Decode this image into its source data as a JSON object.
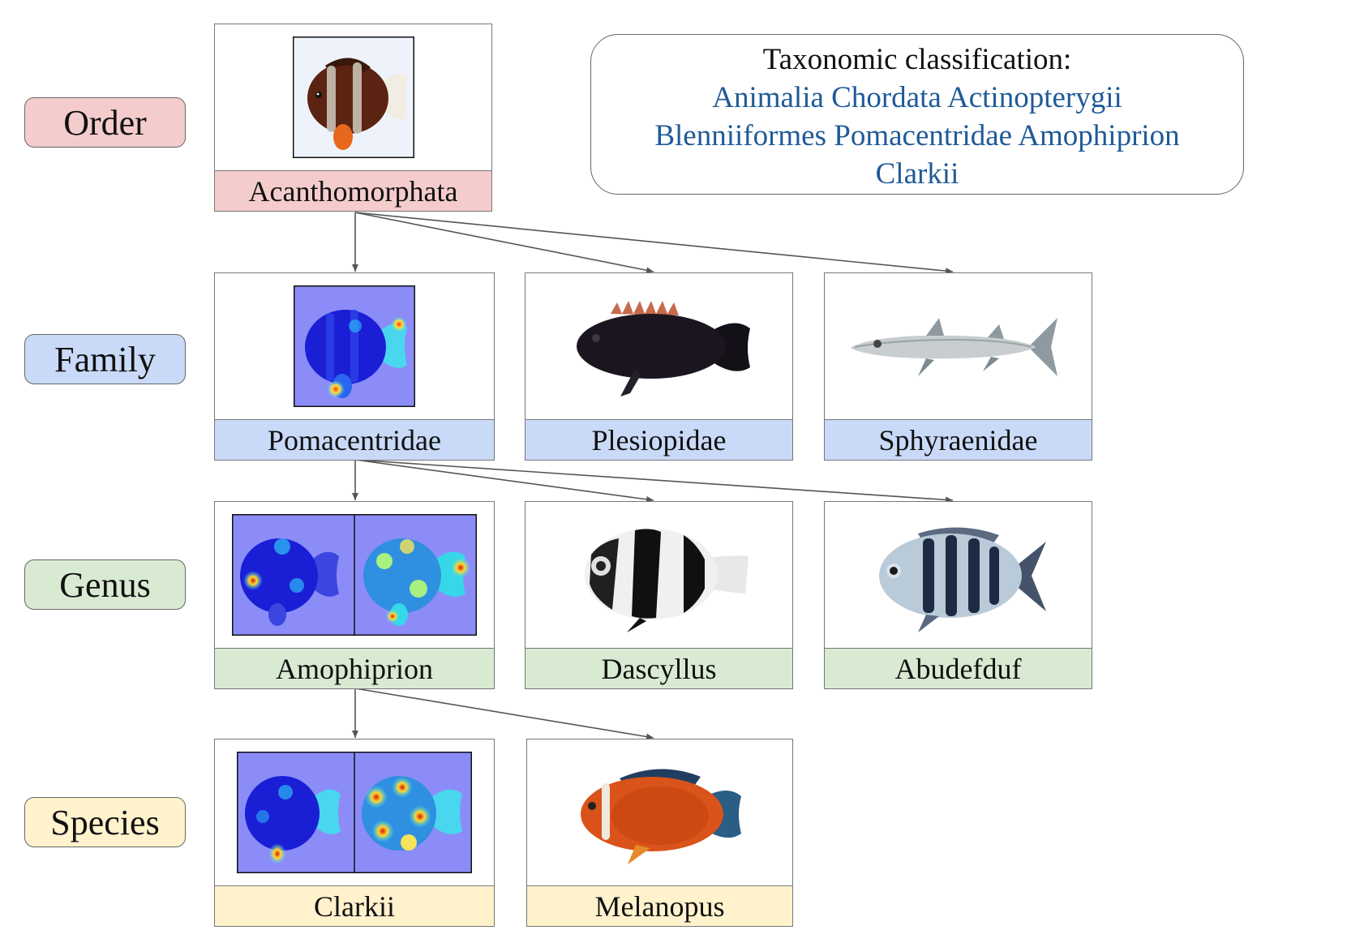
{
  "levels": [
    {
      "label": "Order",
      "color": "#f4cccc"
    },
    {
      "label": "Family",
      "color": "#c9daf8"
    },
    {
      "label": "Genus",
      "color": "#d9ead3"
    },
    {
      "label": "Species",
      "color": "#fff2cc"
    }
  ],
  "info": {
    "heading": "Taxonomic classification:",
    "lineage": "Animalia Chordata Actinopterygii Blenniiformes Pomacentridae Amophiprion Clarkii",
    "lineage_color": "#1f5a98"
  },
  "nodes": {
    "order": {
      "label": "Acanthomorphata",
      "image": "clownfish-photo"
    },
    "family": [
      {
        "label": "Pomacentridae",
        "image": "clownfish-heatmap"
      },
      {
        "label": "Plesiopidae",
        "image": "dark-fish-photo"
      },
      {
        "label": "Sphyraenidae",
        "image": "barracuda-photo"
      }
    ],
    "genus": [
      {
        "label": "Amophiprion",
        "image": "clownfish-heatmap-pair"
      },
      {
        "label": "Dascyllus",
        "image": "striped-damselfish-photo"
      },
      {
        "label": "Abudefduf",
        "image": "sergeant-major-photo"
      }
    ],
    "species": [
      {
        "label": "Clarkii",
        "image": "clownfish-heatmap-pair"
      },
      {
        "label": "Melanopus",
        "image": "orange-clownfish-photo"
      }
    ]
  },
  "edges": [
    {
      "from": "Acanthomorphata",
      "to": "Pomacentridae"
    },
    {
      "from": "Acanthomorphata",
      "to": "Plesiopidae"
    },
    {
      "from": "Acanthomorphata",
      "to": "Sphyraenidae"
    },
    {
      "from": "Pomacentridae",
      "to": "Amophiprion"
    },
    {
      "from": "Pomacentridae",
      "to": "Dascyllus"
    },
    {
      "from": "Pomacentridae",
      "to": "Abudefduf"
    },
    {
      "from": "Amophiprion",
      "to": "Clarkii"
    },
    {
      "from": "Amophiprion",
      "to": "Melanopus"
    }
  ]
}
